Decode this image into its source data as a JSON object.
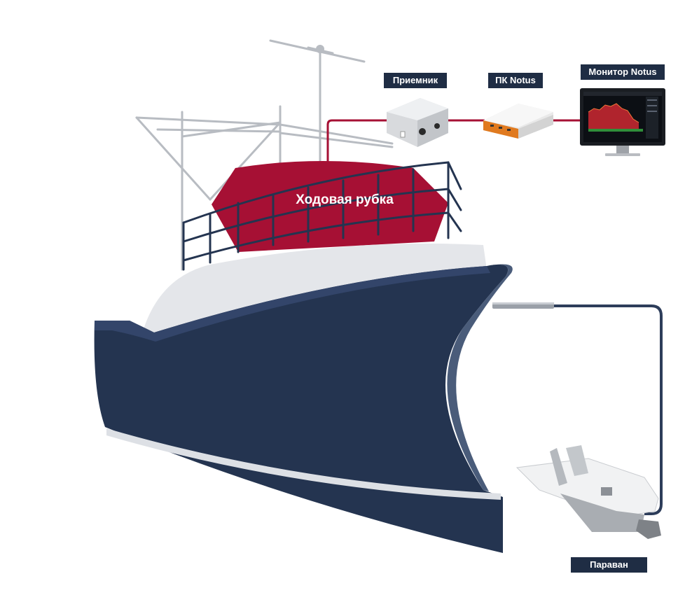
{
  "labels": {
    "receiver": "Приемник",
    "pc": "ПК Notus",
    "monitor": "Монитор Notus",
    "wheelhouse": "Ходовая рубка",
    "paravan": "Параван"
  },
  "colors": {
    "hull": "#243450",
    "hull_dark": "#1c2a42",
    "deck": "#e4e6ea",
    "wheelhouse": "#a61034",
    "cable_red": "#a61034",
    "cable_blue": "#2d3d5a",
    "railing": "#243450",
    "mast": "#b8bcc2",
    "label_bg": "#1f2d44",
    "pc_body": "#e9e9e9",
    "pc_accent": "#e07a1f"
  },
  "icons": {
    "receiver": "receiver-box-icon",
    "pc": "mini-pc-icon",
    "monitor": "monitor-icon",
    "paravan": "paravan-icon"
  }
}
